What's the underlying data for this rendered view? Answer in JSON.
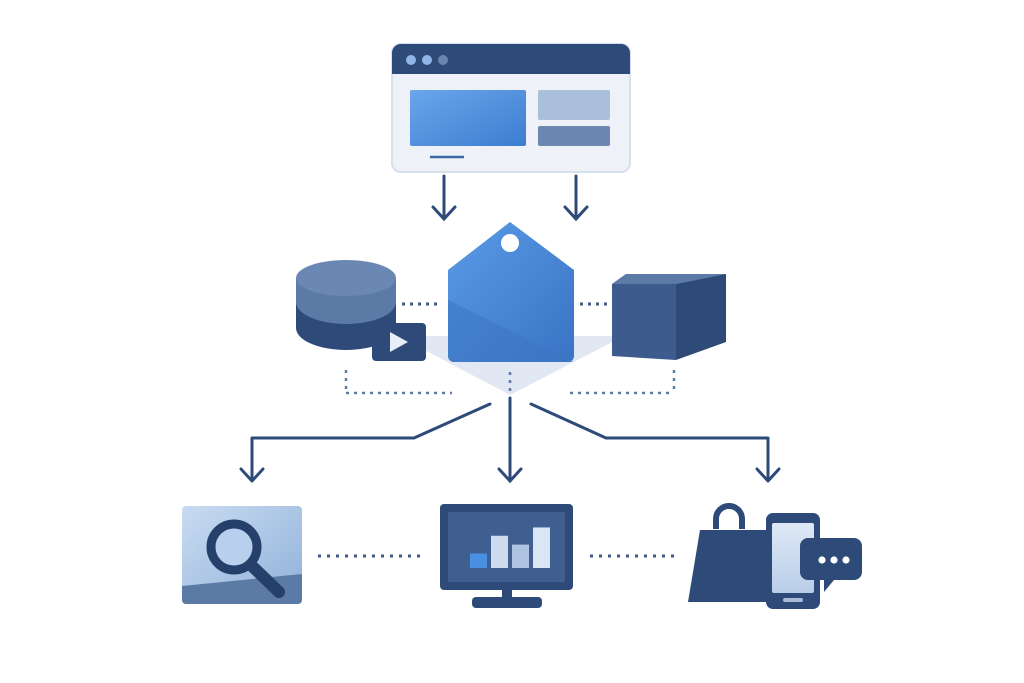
{
  "diagram": {
    "source_node": {
      "icon": "browser-window-icon",
      "window_dots": 3
    },
    "hub_node": {
      "icon": "price-tag-icon"
    },
    "side_nodes": [
      {
        "icon": "database-icon",
        "badge_icon": "video-play-icon"
      },
      {
        "icon": "cube-icon"
      }
    ],
    "output_nodes": [
      {
        "icon": "magnifier-card-icon"
      },
      {
        "icon": "bar-chart-monitor-icon",
        "bar_levels": [
          0.28,
          0.62,
          0.45,
          0.78
        ]
      },
      {
        "icon": "shopping-mobile-chat-icon"
      }
    ]
  },
  "colors": {
    "primary_dark": "#2e4a78",
    "primary": "#4a85d8",
    "primary_light": "#8fb6e8",
    "slate": "#5b7aa6",
    "muted": "#a9bbd6",
    "panel_bg": "#eef2f8",
    "shadow": "#d9e2ef"
  }
}
